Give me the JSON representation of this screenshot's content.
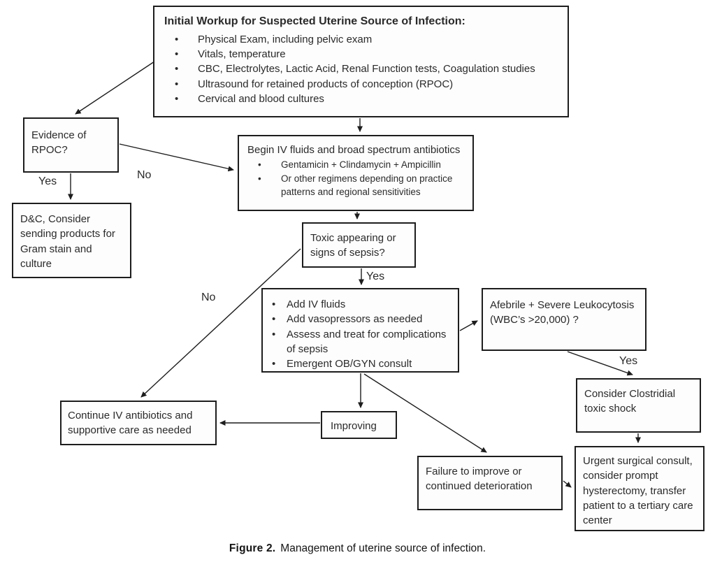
{
  "colors": {
    "ink": "#1d1d1d",
    "background": "#ffffff"
  },
  "figure": {
    "caption_label": "Figure 2.",
    "caption_text": "Management of uterine source of infection."
  },
  "nodes": {
    "workup": {
      "title": "Initial Workup for Suspected Uterine Source of Infection:",
      "bullets": [
        "Physical Exam, including pelvic exam",
        "Vitals, temperature",
        "CBC, Electrolytes, Lactic Acid, Renal Function tests, Coagulation studies",
        "Ultrasound for retained products of conception (RPOC)",
        "Cervical and blood cultures"
      ]
    },
    "rpoc": {
      "text": "Evidence of RPOC?"
    },
    "dc": {
      "text": "D&C, Consider sending products for Gram stain and culture"
    },
    "begin_iv": {
      "text": "Begin IV fluids and broad spectrum antibiotics",
      "bullets": [
        "Gentamicin + Clindamycin + Ampicillin",
        "Or other regimens depending on practice patterns and regional sensitivities"
      ]
    },
    "toxic": {
      "text": "Toxic appearing or signs of sepsis?"
    },
    "add_iv": {
      "bullets": [
        "Add IV fluids",
        "Add vasopressors as needed",
        "Assess and treat for complications of sepsis",
        "Emergent OB/GYN consult"
      ]
    },
    "afebrile": {
      "text": "Afebrile + Severe Leukocytosis (WBC’s >20,000) ?"
    },
    "clostridial": {
      "text": "Consider Clostridial toxic shock"
    },
    "urgent": {
      "text": "Urgent surgical consult, consider prompt hysterectomy, transfer patient to a tertiary care center"
    },
    "continue_abx": {
      "text": "Continue IV antibiotics and supportive care as needed"
    },
    "improving": {
      "text": "Improving"
    },
    "failure": {
      "text": "Failure to improve or continued deterioration"
    }
  },
  "edge_labels": {
    "rpoc_yes": "Yes",
    "rpoc_no": "No",
    "toxic_yes": "Yes",
    "toxic_no": "No",
    "afebrile_yes": "Yes"
  }
}
